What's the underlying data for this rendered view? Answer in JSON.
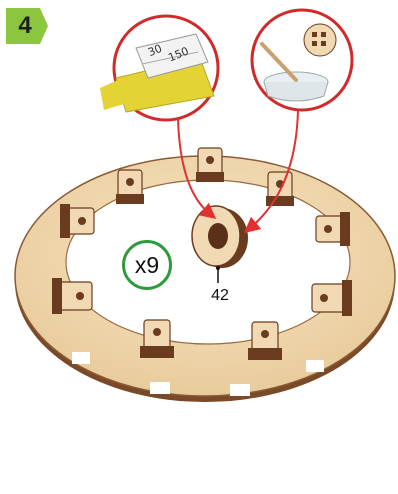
{
  "step": {
    "number": "4",
    "badge_color": "#8cc63f"
  },
  "quantity": {
    "label": "x9",
    "ring_color": "#2e9a3e"
  },
  "part": {
    "label": "42"
  },
  "sandpaper": {
    "grits": [
      "30",
      "150"
    ]
  },
  "colors": {
    "wood_light": "#f1d9b3",
    "wood_dark": "#6b3b1f",
    "arrow": "#e03030",
    "sandpaper": "#e4d334"
  }
}
